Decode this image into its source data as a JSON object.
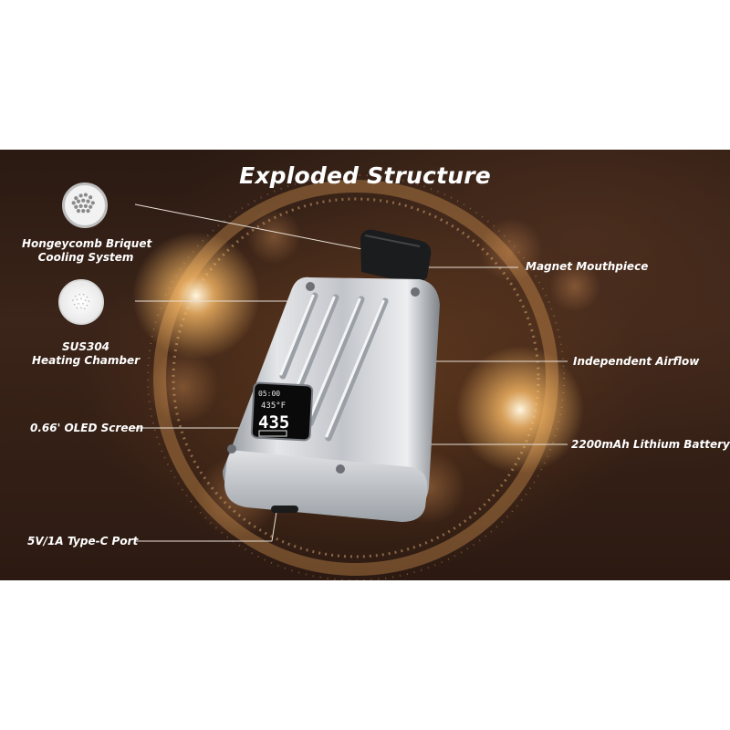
{
  "title": "Exploded Structure",
  "labels": {
    "honeycomb_line1": "Hongeycomb Briquet",
    "honeycomb_line2": "Cooling System",
    "heating_line1": "SUS304",
    "heating_line2": "Heating Chamber",
    "oled": "0.66' OLED Screen",
    "typec": "5V/1A Type-C Port",
    "mouthpiece": "Magnet Mouthpiece",
    "airflow": "Independent Airflow",
    "battery": "2200mAh Lithium Battery"
  },
  "screen": {
    "timer": "05:00",
    "temp_small": "435°F",
    "temp_big": "435"
  },
  "colors": {
    "background": "#2f1d14",
    "glow": "#f3b066",
    "device": "#c9ccd1",
    "text": "#ffffff"
  },
  "icons": [
    "honeycomb-disc-icon",
    "heating-mesh-disc-icon"
  ]
}
